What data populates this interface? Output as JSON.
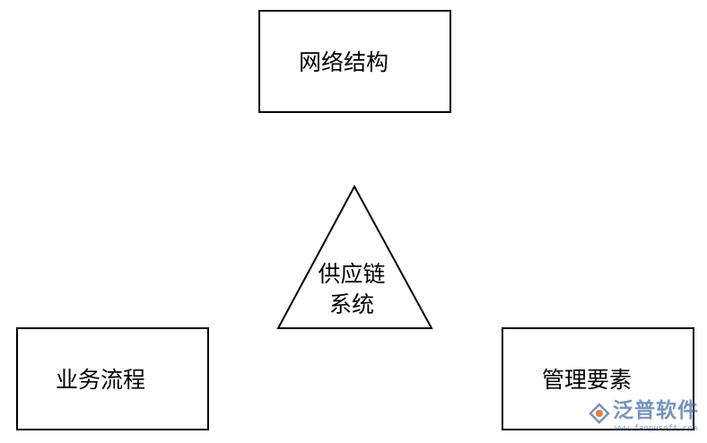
{
  "nodes": {
    "top": {
      "label": "网络结构"
    },
    "left": {
      "label": "业务流程"
    },
    "right": {
      "label": "管理要素"
    },
    "center": {
      "line1": "供应链",
      "line2": "系统"
    }
  },
  "watermark": {
    "brand": "泛普软件",
    "url": "www.fanpusoft.com",
    "brand_color": "#4a6fa5",
    "accent_color": "#e0662a"
  }
}
